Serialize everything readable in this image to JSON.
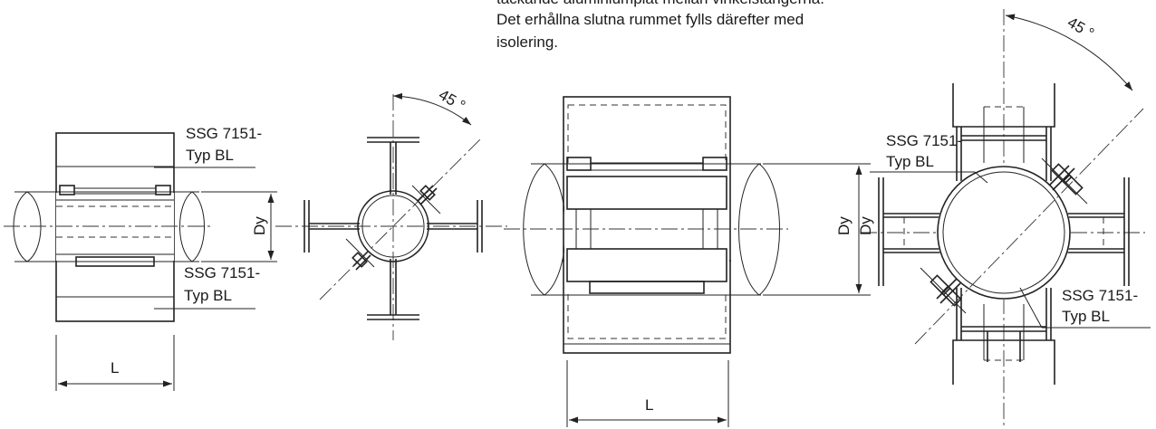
{
  "caption": {
    "line1": "täckande aluminiumplåt mellan vinkelstängerna.",
    "line2": "Det erhållna slutna rummet fylls därefter med",
    "line3": "isolering."
  },
  "view1": {
    "label_top_1": "SSG 7151-",
    "label_top_2": "Typ BL",
    "label_bottom_1": "SSG 7151-",
    "label_bottom_2": "Typ BL",
    "dim_diameter": "Dy",
    "dim_length": "L"
  },
  "view2": {
    "angle": "45 °"
  },
  "view3": {
    "dim_diameter": "Dy",
    "dim_length": "L"
  },
  "view4": {
    "angle": "45 °",
    "label_top_1": "SSG 7151-",
    "label_top_2": "Typ BL",
    "label_bottom_1": "SSG 7151-",
    "label_bottom_2": "Typ BL",
    "dim_diameter": "Dy"
  }
}
